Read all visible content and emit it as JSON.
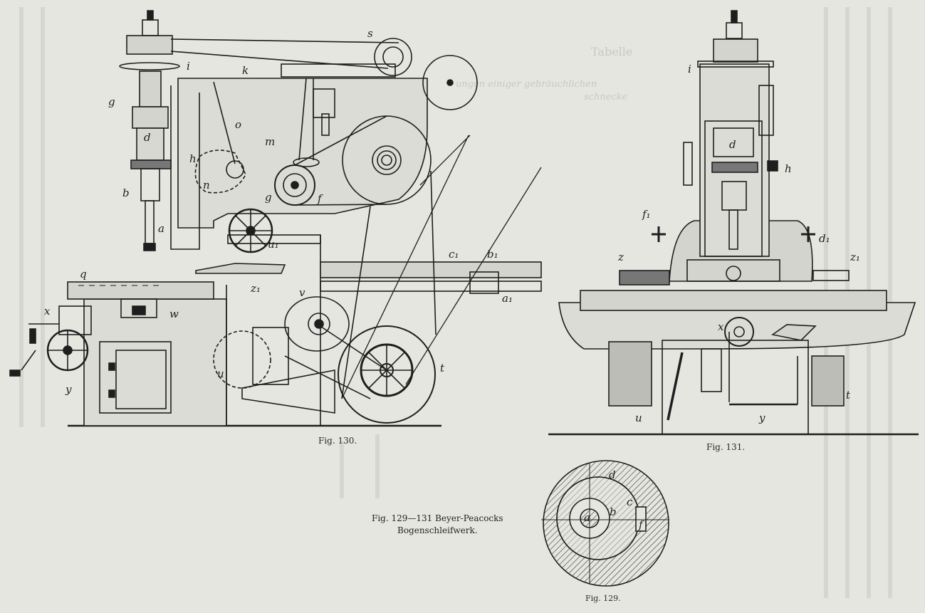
{
  "figures": [
    {
      "id": "fig130",
      "caption": "Fig. 130."
    },
    {
      "id": "fig131",
      "caption": "Fig. 131."
    },
    {
      "id": "fig129",
      "caption": "Fig. 129."
    }
  ],
  "main_caption": {
    "line1": "Fig. 129—131 Beyer-Peacocks",
    "line2": "Bogenschleifwerk."
  },
  "bleed_through": {
    "tabelle": "Tabelle",
    "line2": "ungen einiger gebräuchlichen",
    "line3": "schnecke"
  },
  "labels130": [
    "s",
    "i",
    "k",
    "g",
    "o",
    "d",
    "m",
    "h",
    "n",
    "f",
    "g",
    "b",
    "a",
    "u₁",
    "q",
    "c₁",
    "b₁",
    "z₁",
    "v",
    "a₁",
    "w",
    "x",
    "u",
    "t",
    "y"
  ],
  "labels131": [
    "i",
    "d",
    "h",
    "f₁",
    "d₁",
    "z",
    "z₁",
    "x",
    "u",
    "y",
    "t"
  ],
  "labels129": [
    "d",
    "a",
    "b",
    "c",
    "f"
  ],
  "colors": {
    "paper": "#e6e6e1",
    "ink": "#1e1e1e",
    "ghost": "#c9c9c3"
  }
}
